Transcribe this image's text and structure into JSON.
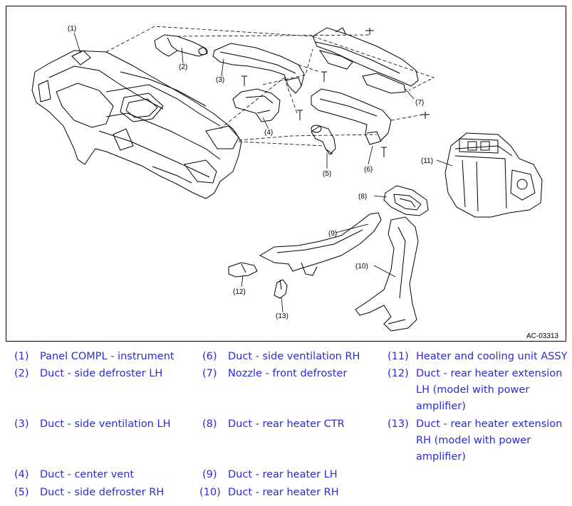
{
  "figure": {
    "code": "AC-03313",
    "callouts": [
      "(1)",
      "(2)",
      "(3)",
      "(4)",
      "(5)",
      "(6)",
      "(7)",
      "(8)",
      "(9)",
      "(10)",
      "(11)",
      "(12)",
      "(13)"
    ]
  },
  "legend": {
    "items": [
      {
        "num": "(1)",
        "label": "Panel COMPL - instrument"
      },
      {
        "num": "(2)",
        "label": "Duct - side defroster LH"
      },
      {
        "num": "(3)",
        "label": "Duct - side ventilation LH"
      },
      {
        "num": "(4)",
        "label": "Duct - center vent"
      },
      {
        "num": "(5)",
        "label": "Duct - side defroster RH"
      },
      {
        "num": "(6)",
        "label": "Duct - side ventilation RH"
      },
      {
        "num": "(7)",
        "label": "Nozzle - front defroster"
      },
      {
        "num": "(8)",
        "label": "Duct - rear heater CTR"
      },
      {
        "num": "(9)",
        "label": "Duct - rear heater LH"
      },
      {
        "num": "(10)",
        "label": "Duct - rear heater RH"
      },
      {
        "num": "(11)",
        "label": "Heater and cooling unit ASSY"
      },
      {
        "num": "(12)",
        "label": "Duct - rear heater extension LH (model with power amplifier)"
      },
      {
        "num": "(13)",
        "label": "Duct - rear heater extension RH (model with power amplifier)"
      }
    ]
  },
  "colors": {
    "legend_text": "#2b2bd6",
    "line": "#000000"
  }
}
